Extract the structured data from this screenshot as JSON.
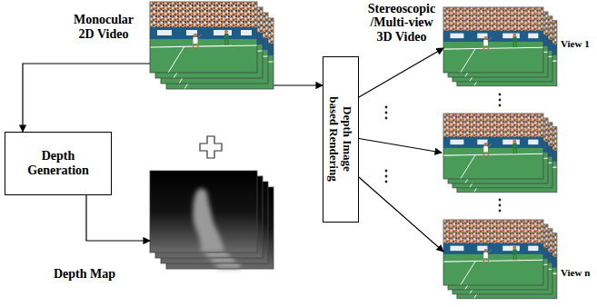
{
  "diagram": {
    "nodes": [
      {
        "text": [
          "Monocular 2D Video"
        ]
      },
      {
        "text": [
          "Depth Generation"
        ]
      },
      {
        "text": [
          "Depth Map"
        ]
      },
      {
        "text": [
          "Depth Image based Rendering"
        ]
      },
      {
        "text": [
          "View 1"
        ]
      },
      {
        "text": [
          "View n"
        ]
      }
    ],
    "edges": [
      {
        "from": 0,
        "to": 1,
        "arrow": "to"
      },
      {
        "from": 1,
        "to": 2,
        "arrow": "to"
      },
      {
        "from": 0,
        "to": 3,
        "arrow": "to"
      },
      {
        "from": 3,
        "to": 4,
        "arrow": "to"
      },
      {
        "from": 3,
        "to": 5,
        "arrow": "to"
      }
    ],
    "labels": [
      "Stereoscopic /Multi-view 3D Video"
    ]
  }
}
